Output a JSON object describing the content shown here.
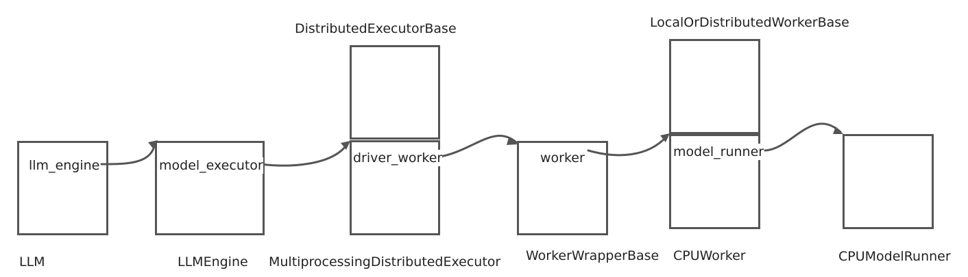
{
  "colors": {
    "stroke": "#555555",
    "text": "#222222",
    "background": "#ffffff"
  },
  "classes": {
    "llm": {
      "name": "LLM",
      "field": "llm_engine"
    },
    "llm_engine": {
      "name": "LLMEngine",
      "field": "model_executor"
    },
    "executor": {
      "name": "MultiprocessingDistributedExecutor",
      "base": "DistributedExecutorBase",
      "field": "driver_worker"
    },
    "worker_wrapper": {
      "name": "WorkerWrapperBase",
      "field": "worker"
    },
    "cpu_worker": {
      "name": "CPUWorker",
      "base": "LocalOrDistributedWorkerBase",
      "field": "model_runner"
    },
    "model_runner": {
      "name": "CPUModelRunner"
    }
  },
  "edges": [
    {
      "from": "llm_engine",
      "to": "LLMEngine",
      "kind": "reference-arrow"
    },
    {
      "from": "model_executor",
      "to": "MultiprocessingDistributedExecutor",
      "kind": "reference-arrow"
    },
    {
      "from": "driver_worker",
      "to": "WorkerWrapperBase",
      "kind": "reference-arrow"
    },
    {
      "from": "worker",
      "to": "CPUWorker",
      "kind": "reference-arrow"
    },
    {
      "from": "model_runner",
      "to": "CPUModelRunner",
      "kind": "reference-arrow"
    }
  ]
}
